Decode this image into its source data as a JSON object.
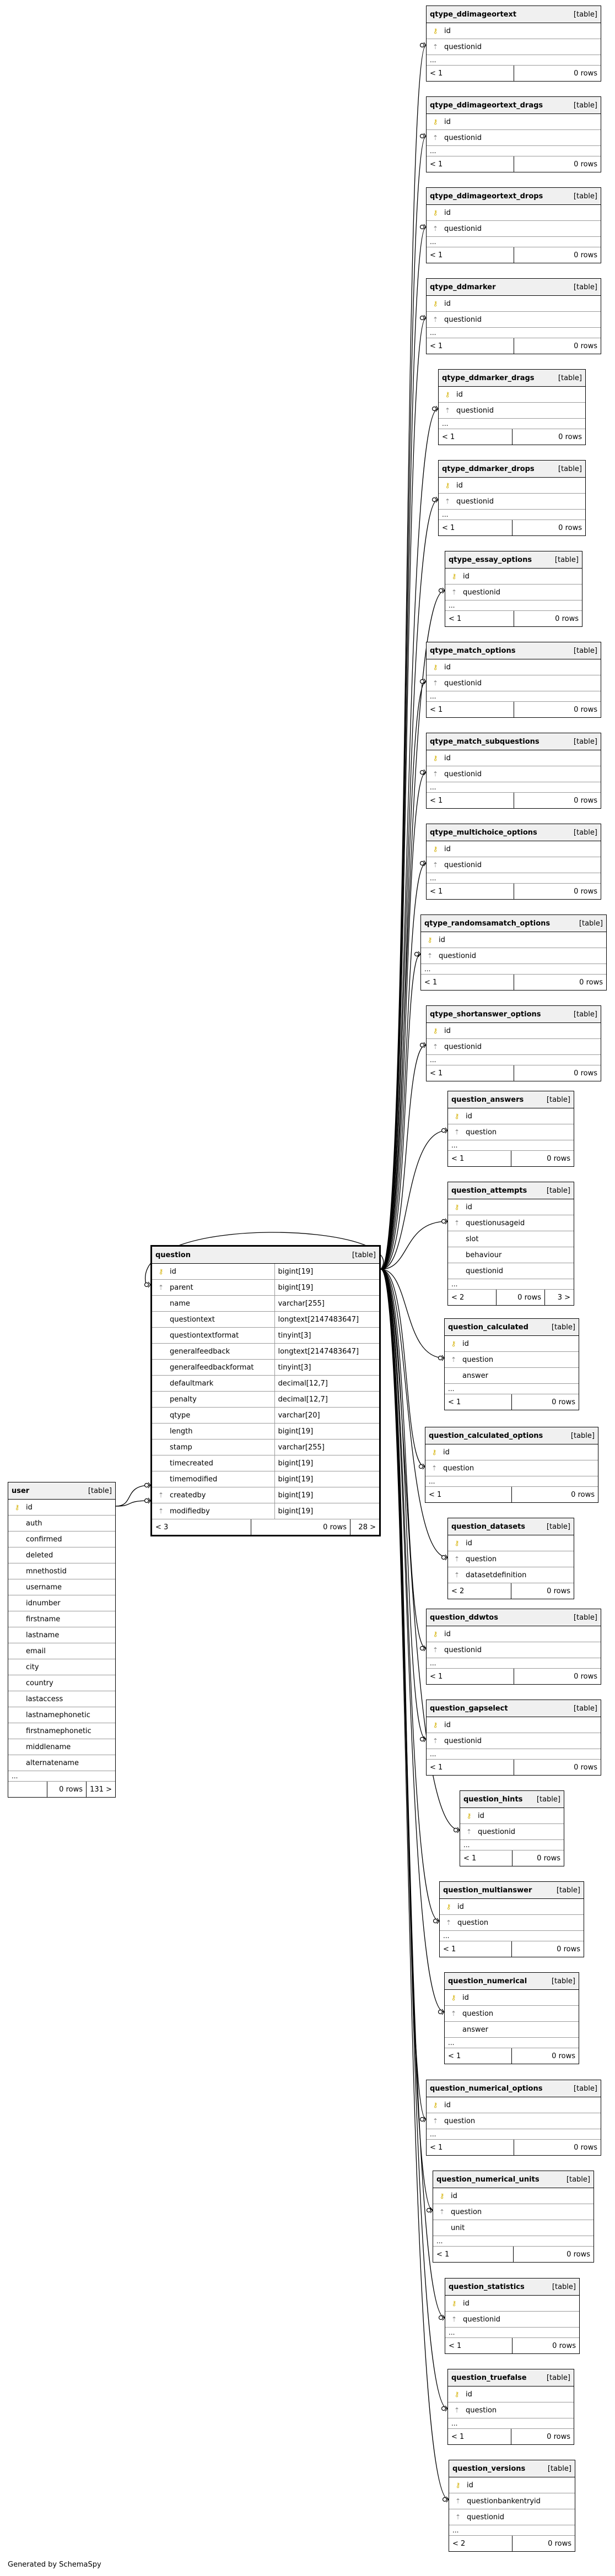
{
  "footer": "Generated by SchemaSpy",
  "kind_label": "[table]",
  "tables": [
    {
      "name": "qtype_ddimageortext",
      "columns": [
        {
          "name": "id",
          "key": "pk"
        },
        {
          "name": "questionid",
          "key": "fk"
        }
      ],
      "dots": "...",
      "left": "< 1",
      "rows": "0 rows"
    },
    {
      "name": "qtype_ddimageortext_drags",
      "columns": [
        {
          "name": "id",
          "key": "pk"
        },
        {
          "name": "questionid",
          "key": "fk"
        }
      ],
      "dots": "...",
      "left": "< 1",
      "rows": "0 rows"
    },
    {
      "name": "qtype_ddimageortext_drops",
      "columns": [
        {
          "name": "id",
          "key": "pk"
        },
        {
          "name": "questionid",
          "key": "fk"
        }
      ],
      "dots": "...",
      "left": "< 1",
      "rows": "0 rows"
    },
    {
      "name": "qtype_ddmarker",
      "columns": [
        {
          "name": "id",
          "key": "pk"
        },
        {
          "name": "questionid",
          "key": "fk"
        }
      ],
      "dots": "...",
      "left": "< 1",
      "rows": "0 rows"
    },
    {
      "name": "qtype_ddmarker_drags",
      "columns": [
        {
          "name": "id",
          "key": "pk"
        },
        {
          "name": "questionid",
          "key": "fk"
        }
      ],
      "dots": "...",
      "left": "< 1",
      "rows": "0 rows"
    },
    {
      "name": "qtype_ddmarker_drops",
      "columns": [
        {
          "name": "id",
          "key": "pk"
        },
        {
          "name": "questionid",
          "key": "fk"
        }
      ],
      "dots": "...",
      "left": "< 1",
      "rows": "0 rows"
    },
    {
      "name": "qtype_essay_options",
      "columns": [
        {
          "name": "id",
          "key": "pk"
        },
        {
          "name": "questionid",
          "key": "fk"
        }
      ],
      "dots": "...",
      "left": "< 1",
      "rows": "0 rows"
    },
    {
      "name": "qtype_match_options",
      "columns": [
        {
          "name": "id",
          "key": "pk"
        },
        {
          "name": "questionid",
          "key": "fk"
        }
      ],
      "dots": "...",
      "left": "< 1",
      "rows": "0 rows"
    },
    {
      "name": "qtype_match_subquestions",
      "columns": [
        {
          "name": "id",
          "key": "pk"
        },
        {
          "name": "questionid",
          "key": "fk"
        }
      ],
      "dots": "...",
      "left": "< 1",
      "rows": "0 rows"
    },
    {
      "name": "qtype_multichoice_options",
      "columns": [
        {
          "name": "id",
          "key": "pk"
        },
        {
          "name": "questionid",
          "key": "fk"
        }
      ],
      "dots": "...",
      "left": "< 1",
      "rows": "0 rows"
    },
    {
      "name": "qtype_randomsamatch_options",
      "columns": [
        {
          "name": "id",
          "key": "pk"
        },
        {
          "name": "questionid",
          "key": "fk"
        }
      ],
      "dots": "...",
      "left": "< 1",
      "rows": "0 rows"
    },
    {
      "name": "qtype_shortanswer_options",
      "columns": [
        {
          "name": "id",
          "key": "pk"
        },
        {
          "name": "questionid",
          "key": "fk"
        }
      ],
      "dots": "...",
      "left": "< 1",
      "rows": "0 rows"
    },
    {
      "name": "question_answers",
      "columns": [
        {
          "name": "id",
          "key": "pk"
        },
        {
          "name": "question",
          "key": "fk"
        }
      ],
      "dots": "...",
      "left": "< 1",
      "rows": "0 rows"
    },
    {
      "name": "question_attempts",
      "columns": [
        {
          "name": "id",
          "key": "pk"
        },
        {
          "name": "questionusageid",
          "key": "fk"
        },
        {
          "name": "slot",
          "key": ""
        },
        {
          "name": "behaviour",
          "key": ""
        },
        {
          "name": "questionid",
          "key": ""
        }
      ],
      "dots": "...",
      "left": "< 2",
      "rows": "0 rows",
      "right": "3 >"
    },
    {
      "name": "question_calculated",
      "columns": [
        {
          "name": "id",
          "key": "pk"
        },
        {
          "name": "question",
          "key": "fk"
        },
        {
          "name": "answer",
          "key": ""
        }
      ],
      "dots": "...",
      "left": "< 1",
      "rows": "0 rows"
    },
    {
      "name": "question_calculated_options",
      "columns": [
        {
          "name": "id",
          "key": "pk"
        },
        {
          "name": "question",
          "key": "fk"
        }
      ],
      "dots": "...",
      "left": "< 1",
      "rows": "0 rows"
    },
    {
      "name": "question_datasets",
      "columns": [
        {
          "name": "id",
          "key": "pk"
        },
        {
          "name": "question",
          "key": "fk"
        },
        {
          "name": "datasetdefinition",
          "key": "fk"
        }
      ],
      "dots": "",
      "left": "< 2",
      "rows": "0 rows"
    },
    {
      "name": "question_ddwtos",
      "columns": [
        {
          "name": "id",
          "key": "pk"
        },
        {
          "name": "questionid",
          "key": "fk"
        }
      ],
      "dots": "...",
      "left": "< 1",
      "rows": "0 rows"
    },
    {
      "name": "question_gapselect",
      "columns": [
        {
          "name": "id",
          "key": "pk"
        },
        {
          "name": "questionid",
          "key": "fk"
        }
      ],
      "dots": "...",
      "left": "< 1",
      "rows": "0 rows"
    },
    {
      "name": "question_hints",
      "columns": [
        {
          "name": "id",
          "key": "pk"
        },
        {
          "name": "questionid",
          "key": "fk"
        }
      ],
      "dots": "...",
      "left": "< 1",
      "rows": "0 rows"
    },
    {
      "name": "question_multianswer",
      "columns": [
        {
          "name": "id",
          "key": "pk"
        },
        {
          "name": "question",
          "key": "fk"
        }
      ],
      "dots": "...",
      "left": "< 1",
      "rows": "0 rows"
    },
    {
      "name": "question_numerical",
      "columns": [
        {
          "name": "id",
          "key": "pk"
        },
        {
          "name": "question",
          "key": "fk"
        },
        {
          "name": "answer",
          "key": ""
        }
      ],
      "dots": "...",
      "left": "< 1",
      "rows": "0 rows"
    },
    {
      "name": "question_numerical_options",
      "columns": [
        {
          "name": "id",
          "key": "pk"
        },
        {
          "name": "question",
          "key": "fk"
        }
      ],
      "dots": "...",
      "left": "< 1",
      "rows": "0 rows"
    },
    {
      "name": "question_numerical_units",
      "columns": [
        {
          "name": "id",
          "key": "pk"
        },
        {
          "name": "question",
          "key": "fk"
        },
        {
          "name": "unit",
          "key": ""
        }
      ],
      "dots": "...",
      "left": "< 1",
      "rows": "0 rows"
    },
    {
      "name": "question_statistics",
      "columns": [
        {
          "name": "id",
          "key": "pk"
        },
        {
          "name": "questionid",
          "key": "fk"
        }
      ],
      "dots": "...",
      "left": "< 1",
      "rows": "0 rows"
    },
    {
      "name": "question_truefalse",
      "columns": [
        {
          "name": "id",
          "key": "pk"
        },
        {
          "name": "question",
          "key": "fk"
        }
      ],
      "dots": "...",
      "left": "< 1",
      "rows": "0 rows"
    },
    {
      "name": "question_versions",
      "columns": [
        {
          "name": "id",
          "key": "pk"
        },
        {
          "name": "questionbankentryid",
          "key": "fk"
        },
        {
          "name": "questionid",
          "key": "fk"
        }
      ],
      "dots": "...",
      "left": "< 2",
      "rows": "0 rows"
    }
  ],
  "question": {
    "name": "question",
    "columns": [
      {
        "name": "id",
        "type": "bigint[19]",
        "key": "pk"
      },
      {
        "name": "parent",
        "type": "bigint[19]",
        "key": "fk"
      },
      {
        "name": "name",
        "type": "varchar[255]",
        "key": ""
      },
      {
        "name": "questiontext",
        "type": "longtext[2147483647]",
        "key": ""
      },
      {
        "name": "questiontextformat",
        "type": "tinyint[3]",
        "key": ""
      },
      {
        "name": "generalfeedback",
        "type": "longtext[2147483647]",
        "key": ""
      },
      {
        "name": "generalfeedbackformat",
        "type": "tinyint[3]",
        "key": ""
      },
      {
        "name": "defaultmark",
        "type": "decimal[12,7]",
        "key": ""
      },
      {
        "name": "penalty",
        "type": "decimal[12,7]",
        "key": ""
      },
      {
        "name": "qtype",
        "type": "varchar[20]",
        "key": ""
      },
      {
        "name": "length",
        "type": "bigint[19]",
        "key": ""
      },
      {
        "name": "stamp",
        "type": "varchar[255]",
        "key": ""
      },
      {
        "name": "timecreated",
        "type": "bigint[19]",
        "key": ""
      },
      {
        "name": "timemodified",
        "type": "bigint[19]",
        "key": ""
      },
      {
        "name": "createdby",
        "type": "bigint[19]",
        "key": "fk"
      },
      {
        "name": "modifiedby",
        "type": "bigint[19]",
        "key": "fk"
      }
    ],
    "left": "< 3",
    "rows": "0 rows",
    "right": "28 >"
  },
  "user": {
    "name": "user",
    "columns": [
      {
        "name": "id",
        "key": "pk"
      },
      {
        "name": "auth",
        "key": ""
      },
      {
        "name": "confirmed",
        "key": ""
      },
      {
        "name": "deleted",
        "key": ""
      },
      {
        "name": "mnethostid",
        "key": ""
      },
      {
        "name": "username",
        "key": ""
      },
      {
        "name": "idnumber",
        "key": ""
      },
      {
        "name": "firstname",
        "key": ""
      },
      {
        "name": "lastname",
        "key": ""
      },
      {
        "name": "email",
        "key": ""
      },
      {
        "name": "city",
        "key": ""
      },
      {
        "name": "country",
        "key": ""
      },
      {
        "name": "lastaccess",
        "key": ""
      },
      {
        "name": "lastnamephonetic",
        "key": ""
      },
      {
        "name": "firstnamephonetic",
        "key": ""
      },
      {
        "name": "middlename",
        "key": ""
      },
      {
        "name": "alternatename",
        "key": ""
      }
    ],
    "dots": "...",
    "rows": "0 rows",
    "right": "131 >"
  }
}
